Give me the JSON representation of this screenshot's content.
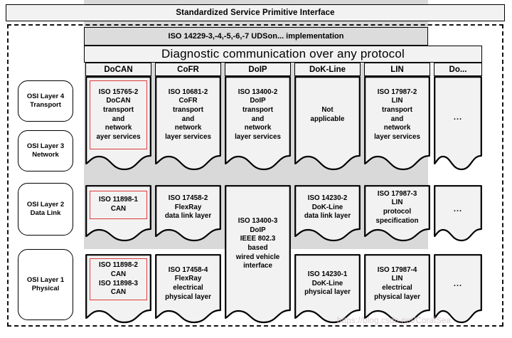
{
  "header": {
    "spi_bar": "Standardized Service Primitive Interface",
    "uds_bar": "ISO 14229-3,-4,-5,-6,-7 UDSon... implementation",
    "diagnostic_title": "Diagnostic communication over any protocol"
  },
  "watermark": "https://blog.csdn.net/CoralSea",
  "colors": {
    "highlight": "#e03a3a",
    "band": "#d9d9d9",
    "paper": "#f2f2f2",
    "uds_band": "#dcdcdc",
    "line": "#000000"
  },
  "osi_layers": [
    {
      "line1": "OSI Layer 4",
      "line2": "Transport"
    },
    {
      "line1": "OSI Layer 3",
      "line2": "Network"
    },
    {
      "line1": "OSI Layer 2",
      "line2": "Data Link"
    },
    {
      "line1": "OSI Layer 1",
      "line2": "Physical"
    }
  ],
  "columns": [
    {
      "label": "DoCAN"
    },
    {
      "label": "CoFR"
    },
    {
      "label": "DoIP"
    },
    {
      "label": "DoK-Line"
    },
    {
      "label": "LIN"
    },
    {
      "label": "Do..."
    }
  ],
  "cells": {
    "transport": [
      {
        "highlight": true,
        "clipped": true,
        "lines": [
          "ISO 15765-2",
          "DoCAN",
          "transport",
          "and",
          "network",
          "ayer services"
        ]
      },
      {
        "highlight": false,
        "lines": [
          "ISO 10681-2",
          "CoFR",
          "transport",
          "and",
          "network",
          "layer services"
        ]
      },
      {
        "highlight": false,
        "lines": [
          "ISO 13400-2",
          "DoIP",
          "transport",
          "and",
          "network",
          "layer services"
        ]
      },
      {
        "highlight": false,
        "lines": [
          "Not",
          "applicable"
        ]
      },
      {
        "highlight": false,
        "lines": [
          "ISO 17987-2",
          "LIN",
          "transport",
          "and",
          "network",
          "layer services"
        ]
      },
      {
        "highlight": false,
        "lines": [
          "..."
        ]
      }
    ],
    "datalink": [
      {
        "highlight": true,
        "lines": [
          "ISO 11898-1",
          "CAN"
        ]
      },
      {
        "highlight": false,
        "lines": [
          "ISO 17458-2",
          "FlexRay",
          "data link layer"
        ]
      },
      {
        "highlight": false,
        "lines": [
          "ISO 14230-2",
          "DoK-Line",
          "data link layer"
        ]
      },
      {
        "highlight": false,
        "lines": [
          "ISO 17987-3",
          "LIN",
          "protocol",
          "specification"
        ]
      },
      {
        "highlight": false,
        "lines": [
          "..."
        ]
      }
    ],
    "physical": [
      {
        "highlight": true,
        "lines": [
          "ISO 11898-2",
          "CAN",
          "ISO 11898-3",
          "CAN"
        ]
      },
      {
        "highlight": false,
        "lines": [
          "ISO 17458-4",
          "FlexRay",
          "electrical",
          "physical layer"
        ]
      },
      {
        "highlight": false,
        "lines": [
          "ISO 14230-1",
          "DoK-Line",
          "physical layer"
        ]
      },
      {
        "highlight": false,
        "lines": [
          "ISO 17987-4",
          "LIN",
          "electrical",
          "physical layer"
        ]
      },
      {
        "highlight": false,
        "lines": [
          "..."
        ]
      }
    ],
    "doip_merged": {
      "highlight": false,
      "lines": [
        "ISO 13400-3",
        "DoIP",
        "IEEE 802.3",
        "based",
        "wired vehicle",
        "interface"
      ]
    }
  }
}
